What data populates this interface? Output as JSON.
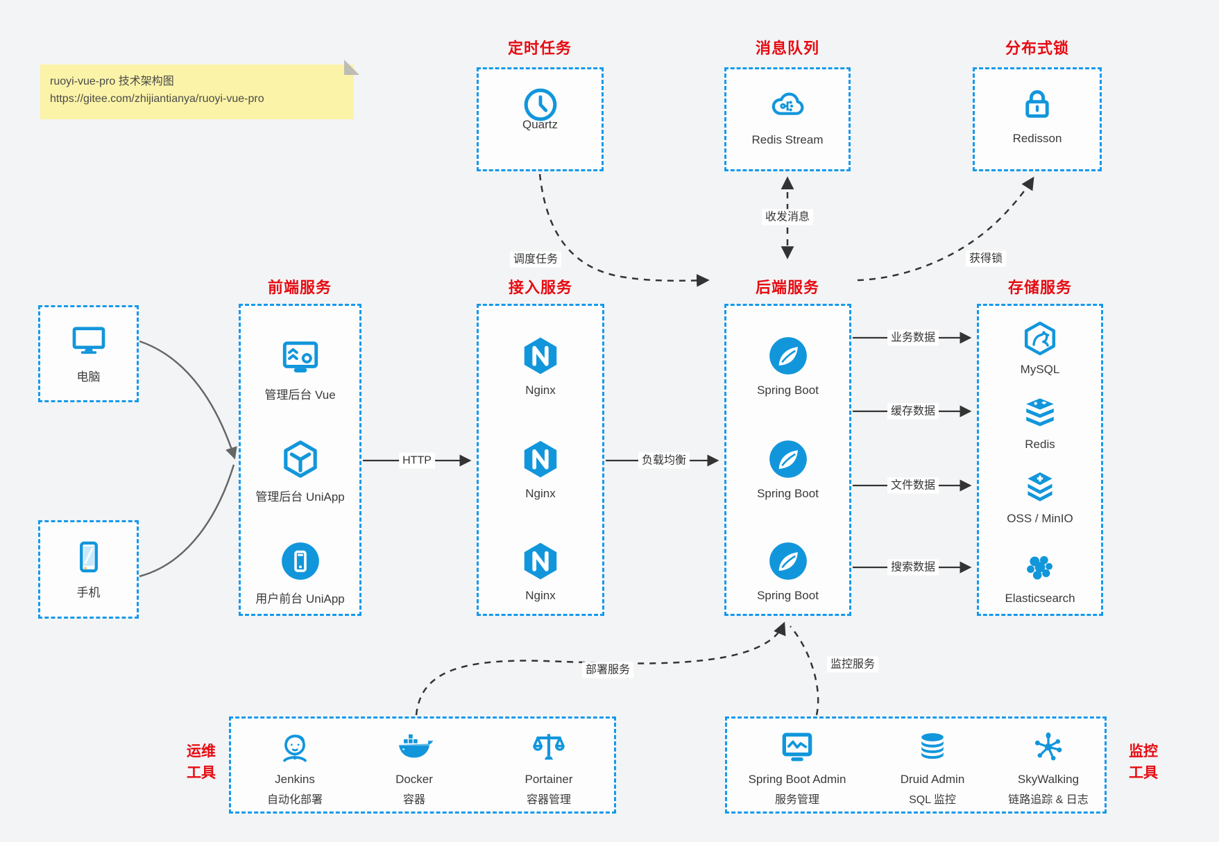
{
  "note": {
    "line1": "ruoyi-vue-pro 技术架构图",
    "line2": "https://gitee.com/zhijiantianya/ruoyi-vue-pro"
  },
  "top_groups": [
    {
      "title": "定时任务",
      "icon": "clock-icon",
      "label": "Quartz"
    },
    {
      "title": "消息队列",
      "icon": "cloud-stream-icon",
      "label": "Redis Stream"
    },
    {
      "title": "分布式锁",
      "icon": "lock-icon",
      "label": "Redisson"
    }
  ],
  "clients": [
    {
      "icon": "desktop-icon",
      "label": "电脑"
    },
    {
      "icon": "mobile-icon",
      "label": "手机"
    }
  ],
  "columns": [
    {
      "title": "前端服务",
      "items": [
        {
          "icon": "admin-vue-icon",
          "label": "管理后台 Vue"
        },
        {
          "icon": "uniapp-cube-icon",
          "label": "管理后台 UniApp"
        },
        {
          "icon": "user-app-icon",
          "label": "用户前台 UniApp"
        }
      ]
    },
    {
      "title": "接入服务",
      "items": [
        {
          "icon": "nginx-icon",
          "label": "Nginx"
        },
        {
          "icon": "nginx-icon",
          "label": "Nginx"
        },
        {
          "icon": "nginx-icon",
          "label": "Nginx"
        }
      ]
    },
    {
      "title": "后端服务",
      "items": [
        {
          "icon": "spring-boot-icon",
          "label": "Spring Boot"
        },
        {
          "icon": "spring-boot-icon",
          "label": "Spring Boot"
        },
        {
          "icon": "spring-boot-icon",
          "label": "Spring Boot"
        }
      ]
    },
    {
      "title": "存储服务",
      "items": [
        {
          "icon": "mysql-icon",
          "label": "MySQL"
        },
        {
          "icon": "redis-icon",
          "label": "Redis"
        },
        {
          "icon": "oss-icon",
          "label": "OSS / MinIO"
        },
        {
          "icon": "elasticsearch-icon",
          "label": "Elasticsearch"
        }
      ]
    }
  ],
  "bottom_groups": [
    {
      "side_label_line1": "运维",
      "side_label_line2": "工具",
      "items": [
        {
          "icon": "jenkins-icon",
          "name": "Jenkins",
          "desc": "自动化部署"
        },
        {
          "icon": "docker-icon",
          "name": "Docker",
          "desc": "容器"
        },
        {
          "icon": "portainer-icon",
          "name": "Portainer",
          "desc": "容器管理"
        }
      ]
    },
    {
      "side_label_line1": "监控",
      "side_label_line2": "工具",
      "items": [
        {
          "icon": "spring-boot-admin-icon",
          "name": "Spring Boot Admin",
          "desc": "服务管理"
        },
        {
          "icon": "druid-icon",
          "name": "Druid Admin",
          "desc": "SQL 监控"
        },
        {
          "icon": "skywalking-icon",
          "name": "SkyWalking",
          "desc": "链路追踪 & 日志"
        }
      ]
    }
  ],
  "edge_labels": {
    "http": "HTTP",
    "load_balance": "负载均衡",
    "business_data": "业务数据",
    "cache_data": "缓存数据",
    "file_data": "文件数据",
    "search_data": "搜索数据",
    "schedule_task": "调度任务",
    "send_receive_message": "收发消息",
    "acquire_lock": "获得锁",
    "deploy_service": "部署服务",
    "monitor_service": "监控服务"
  },
  "colors": {
    "accent_blue": "#1296db",
    "border_blue": "#1499ec",
    "title_red": "#e60b12",
    "arrow_dark": "#333333",
    "client_line_gray": "#666666",
    "note_bg": "#fbf3a7",
    "canvas_bg": "#f3f4f5"
  }
}
